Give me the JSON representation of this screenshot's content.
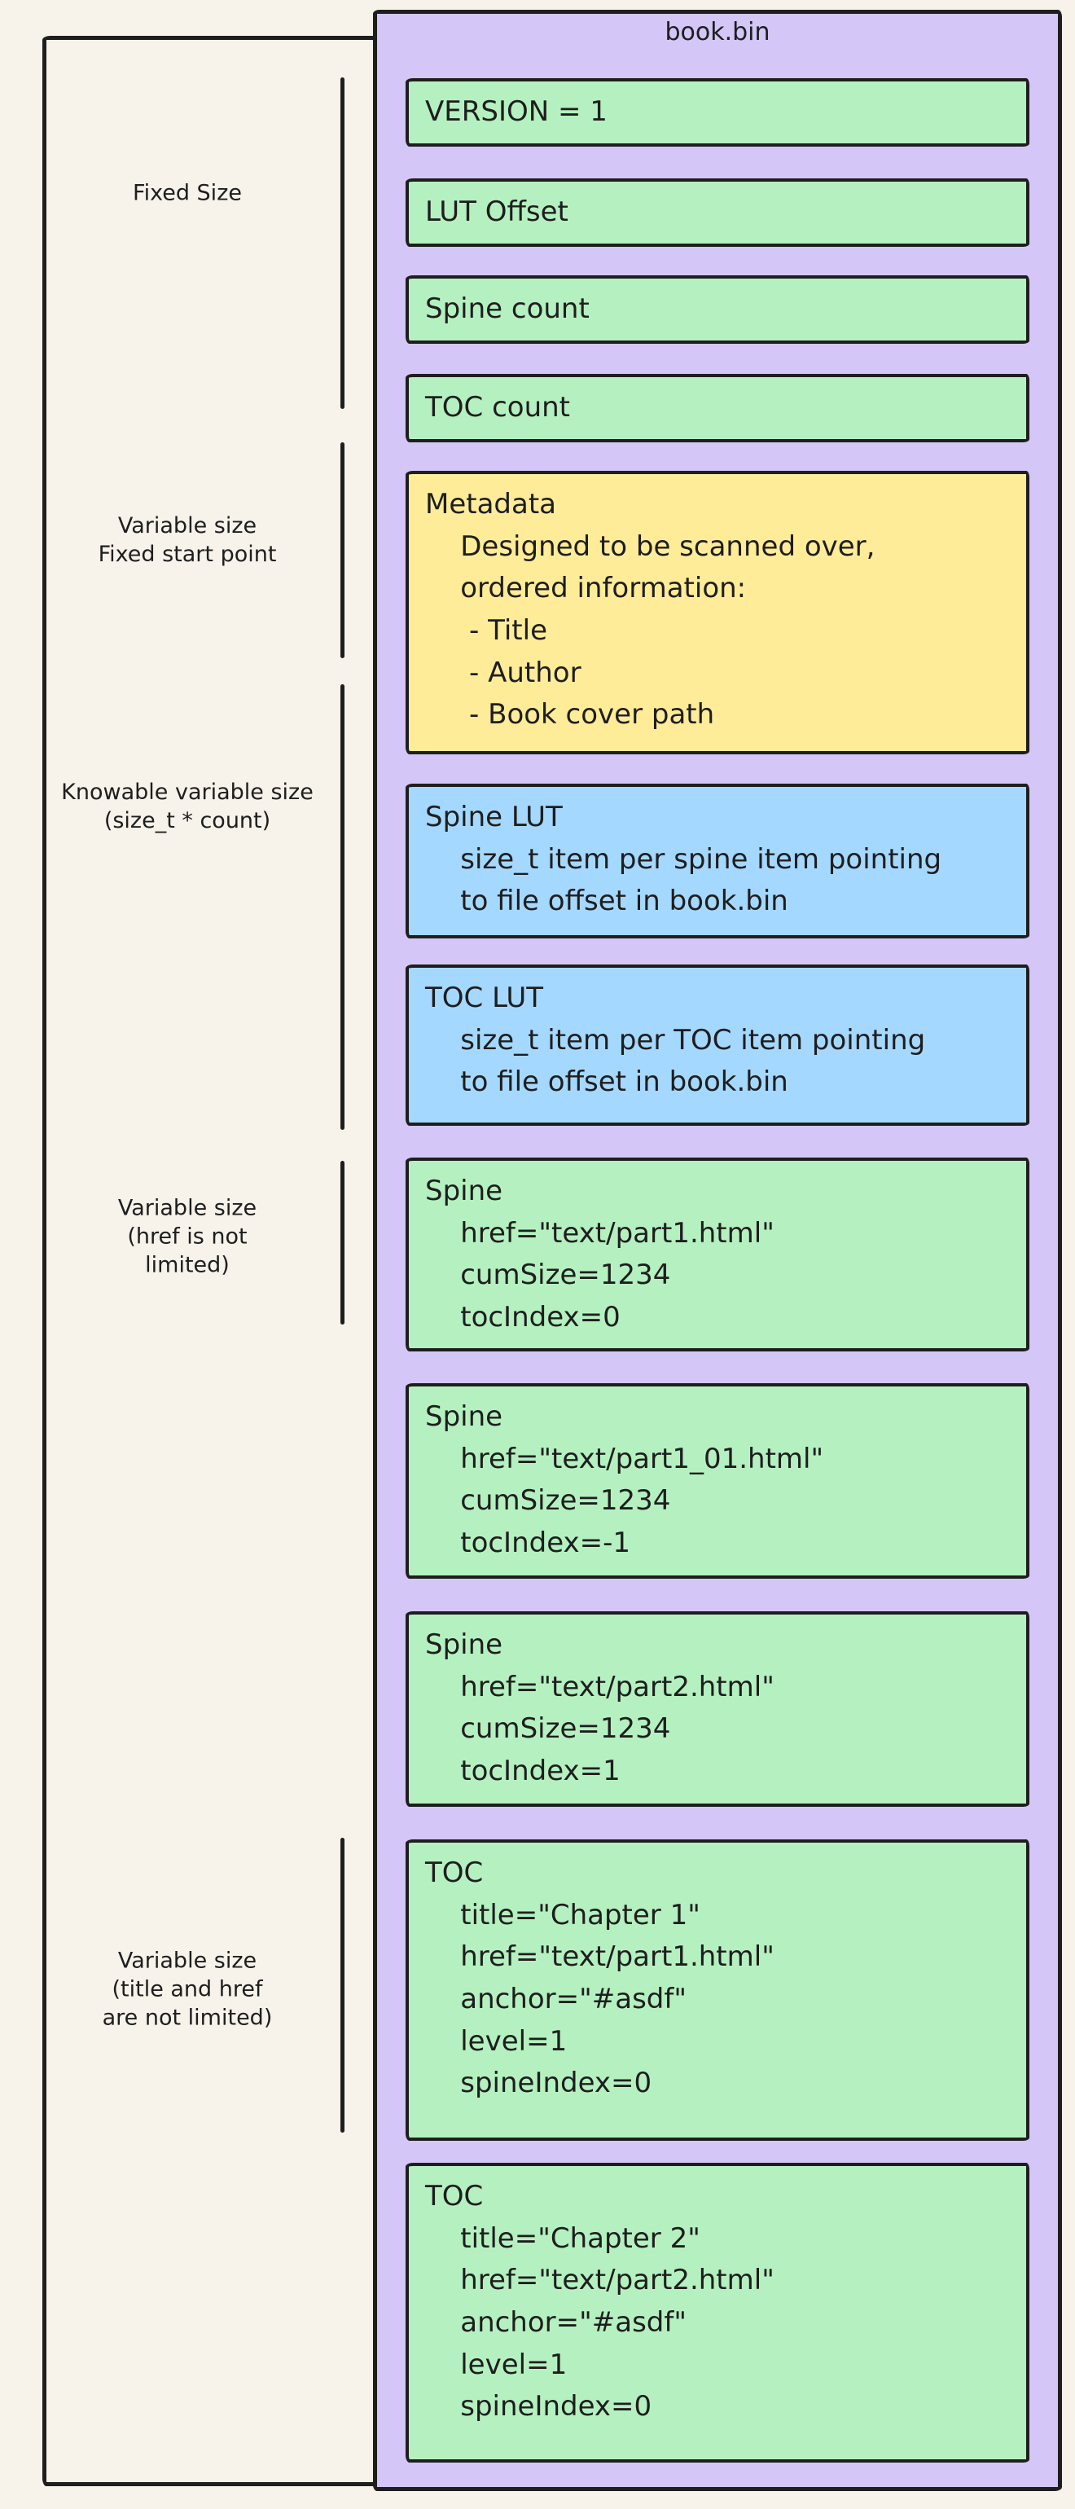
{
  "diagram": {
    "title": "book.bin",
    "colors": {
      "background": "#f7f2ea",
      "container_fill": "#d4c6f6",
      "field_green": "#b5f1c0",
      "metadata_yellow": "#ffec99",
      "lut_blue": "#a5d8ff",
      "stroke": "#1e1e1e"
    },
    "annotations": [
      {
        "label": "Fixed Size"
      },
      {
        "label": "Variable size\nFixed start point"
      },
      {
        "label": "Knowable variable size\n(size_t * count)"
      },
      {
        "label": "Variable size\n(href is not\nlimited)"
      },
      {
        "label": "Variable size\n(title and href\nare not limited)"
      }
    ],
    "boxes": [
      {
        "name": "version",
        "color": "green",
        "text": "VERSION = 1"
      },
      {
        "name": "lut-offset",
        "color": "green",
        "text": "LUT Offset"
      },
      {
        "name": "spine-count",
        "color": "green",
        "text": "Spine count"
      },
      {
        "name": "toc-count",
        "color": "green",
        "text": "TOC count"
      },
      {
        "name": "metadata",
        "color": "yellow",
        "text": "Metadata\n    Designed to be scanned over,\n    ordered information:\n     - Title\n     - Author\n     - Book cover path"
      },
      {
        "name": "spine-lut",
        "color": "blue",
        "text": "Spine LUT\n    size_t item per spine item pointing\n    to file offset in book.bin"
      },
      {
        "name": "toc-lut",
        "color": "blue",
        "text": "TOC LUT\n    size_t item per TOC item pointing\n    to file offset in book.bin"
      },
      {
        "name": "spine-1",
        "color": "green",
        "text": "Spine\n    href=\"text/part1.html\"\n    cumSize=1234\n    tocIndex=0"
      },
      {
        "name": "spine-2",
        "color": "green",
        "text": "Spine\n    href=\"text/part1_01.html\"\n    cumSize=1234\n    tocIndex=-1"
      },
      {
        "name": "spine-3",
        "color": "green",
        "text": "Spine\n    href=\"text/part2.html\"\n    cumSize=1234\n    tocIndex=1"
      },
      {
        "name": "toc-1",
        "color": "green",
        "text": "TOC\n    title=\"Chapter 1\"\n    href=\"text/part1.html\"\n    anchor=\"#asdf\"\n    level=1\n    spineIndex=0"
      },
      {
        "name": "toc-2",
        "color": "green",
        "text": "TOC\n    title=\"Chapter 2\"\n    href=\"text/part2.html\"\n    anchor=\"#asdf\"\n    level=1\n    spineIndex=0"
      }
    ]
  }
}
